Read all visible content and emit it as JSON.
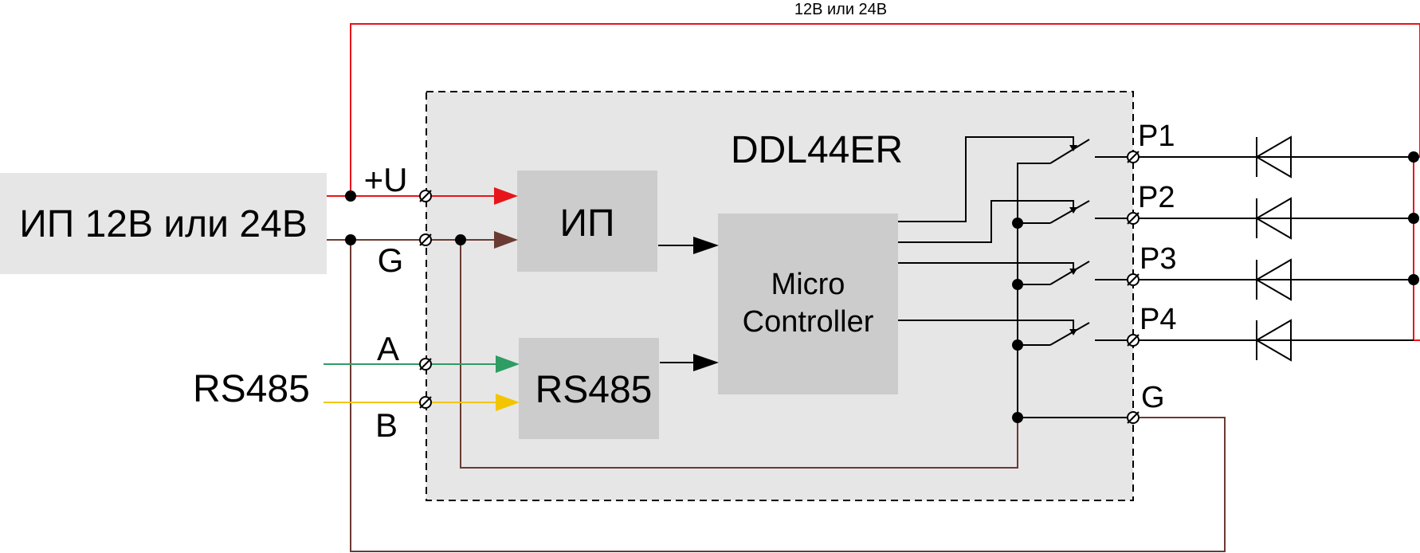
{
  "top_label": "12В или 24В",
  "power_supply": {
    "label": "ИП 12В или 24В"
  },
  "device": {
    "title": "DDL44ER"
  },
  "blocks": {
    "psu": "ИП",
    "rs485": "RS485",
    "mcu_line1": "Micro",
    "mcu_line2": "Controller"
  },
  "terminals": {
    "plus_u": "+U",
    "g_in": "G",
    "a": "A",
    "b": "B",
    "p1": "P1",
    "p2": "P2",
    "p3": "P3",
    "p4": "P4",
    "g_out": "G"
  },
  "bus_label": "RS485",
  "colors": {
    "power": "#e8141b",
    "ground": "#6b3a33",
    "line_a": "#2e9c63",
    "line_b": "#f2c500",
    "device_bg": "#e6e6e6",
    "block_bg": "#cccccc",
    "psu_bg": "#e6e6e6"
  }
}
